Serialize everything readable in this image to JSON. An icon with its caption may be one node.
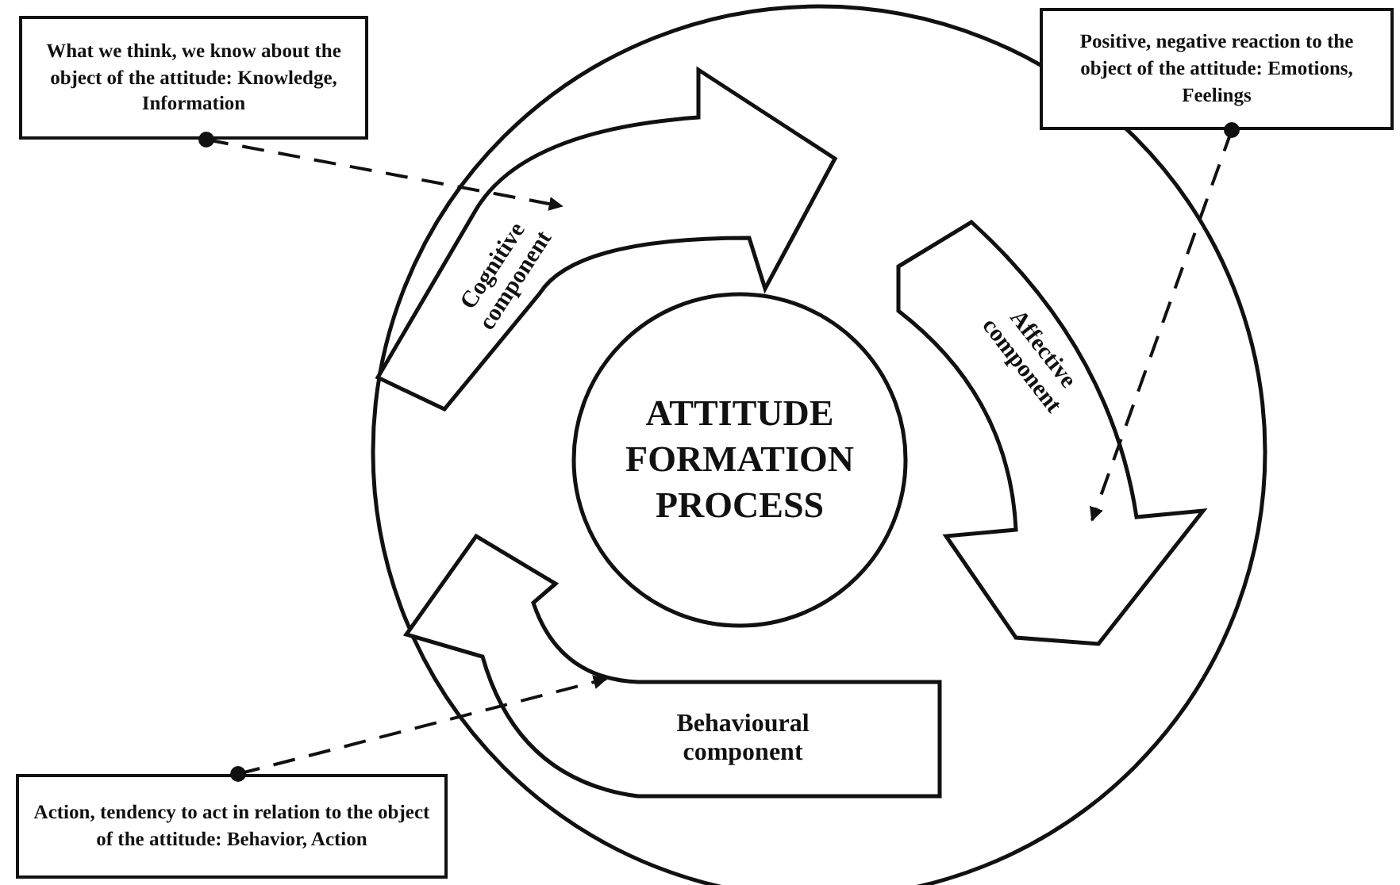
{
  "diagram": {
    "nodes": [
      {
        "text": [
          "What we think, we know about the object of the attitude: Knowledge, Information"
        ]
      },
      {
        "text": [
          "Positive, negative reaction to the object of the attitude: Emotions, Feelings"
        ]
      },
      {
        "text": [
          "ATTITUDE FORMATION PROCESS"
        ]
      },
      {
        "text": [
          "Cognitive component"
        ]
      },
      {
        "text": [
          "Affective component"
        ]
      },
      {
        "text": [
          "Behavioural component"
        ]
      },
      {
        "text": [
          "Action, tendency to act in relation to the object of the attitude: Behavior, Action"
        ]
      }
    ],
    "edges": [
      {
        "from": 0,
        "to": 3,
        "arrow": "to",
        "style": "dashed"
      },
      {
        "from": 1,
        "to": 4,
        "arrow": "to",
        "style": "dashed"
      },
      {
        "from": 6,
        "to": 5,
        "arrow": "to",
        "style": "dashed"
      }
    ]
  }
}
